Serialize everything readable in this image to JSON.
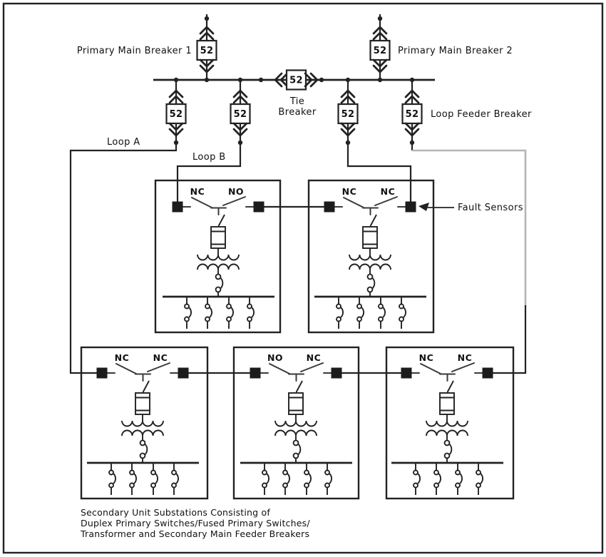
{
  "diagram": {
    "device_number": "52",
    "labels": {
      "primary_main_breaker_1": "Primary Main Breaker 1",
      "primary_main_breaker_2": "Primary Main Breaker 2",
      "tie_breaker_line_1": "Tie",
      "tie_breaker_line_2": "Breaker",
      "loop_feeder_breaker": "Loop Feeder Breaker",
      "loop_a": "Loop A",
      "loop_b": "Loop B",
      "fault_sensors": "Fault Sensors"
    },
    "switch_states": {
      "upper_row": [
        {
          "left": "NC",
          "right": "NO"
        },
        {
          "left": "NC",
          "right": "NC"
        }
      ],
      "lower_row": [
        {
          "left": "NC",
          "right": "NC"
        },
        {
          "left": "NO",
          "right": "NC"
        },
        {
          "left": "NC",
          "right": "NC"
        }
      ]
    },
    "caption_lines": [
      "Secondary Unit Substations Consisting of",
      "Duplex Primary Switches/Fused Primary Switches/",
      "Transformer and Secondary Main Feeder Breakers"
    ],
    "colors": {
      "line": "#222222",
      "loop_feeder_gray": "#b5b5b5",
      "background": "#ffffff"
    }
  }
}
